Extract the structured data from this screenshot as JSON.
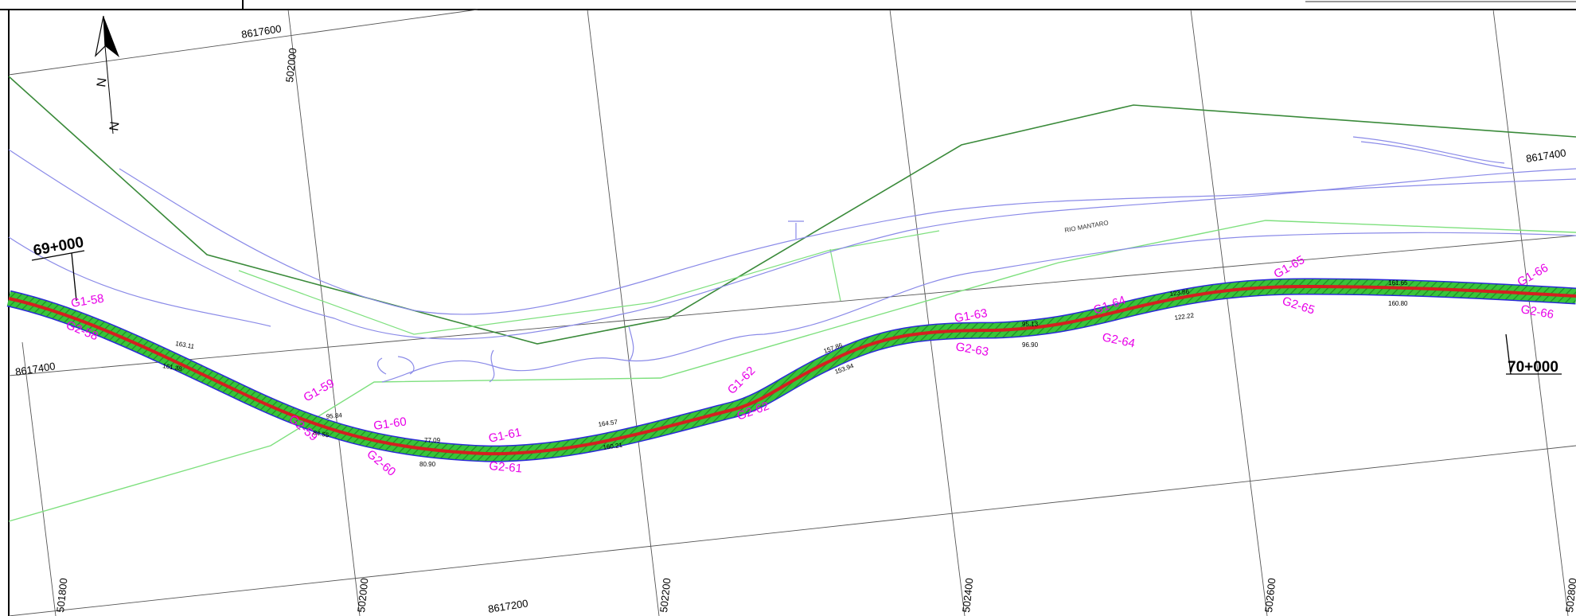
{
  "colors": {
    "grid": "#555555",
    "alignment_center": "#d42020",
    "alignment_edge": "#2a2ad8",
    "alignment_fill": "#39c43a",
    "river": "#8a8ae8",
    "boundary_dark": "#3a8a3a",
    "boundary_light": "#7ee07e",
    "labels": "#e800e8"
  },
  "north_arrow": {
    "letter": "N",
    "icon": "north-arrow-icon"
  },
  "grid_labels": {
    "northings": [
      "8617600",
      "8617400",
      "8617400",
      "8617200"
    ],
    "eastings": [
      "501800",
      "502000",
      "502000",
      "502200",
      "502400",
      "502600",
      "502800"
    ]
  },
  "stations": [
    "69+000",
    "70+000"
  ],
  "river_label": "RIO MANTARO",
  "alignment_labels": {
    "g1": [
      "G1-58",
      "G1-59",
      "G1-60",
      "G1-61",
      "G1-62",
      "G1-63",
      "G1-64",
      "G1-65",
      "G1-66"
    ],
    "g2": [
      "G2-58",
      "G2-59",
      "G2-60",
      "G2-61",
      "G2-62",
      "G2-63",
      "G2-64",
      "G2-65",
      "G2-66"
    ]
  },
  "offsets": [
    "163.11",
    "161.38",
    "95.84",
    "84.55",
    "77.09",
    "80.90",
    "164.57",
    "160.21",
    "157.86",
    "153.94",
    "95.13",
    "96.90",
    "123.86",
    "122.22",
    "161.65",
    "160.80"
  ]
}
